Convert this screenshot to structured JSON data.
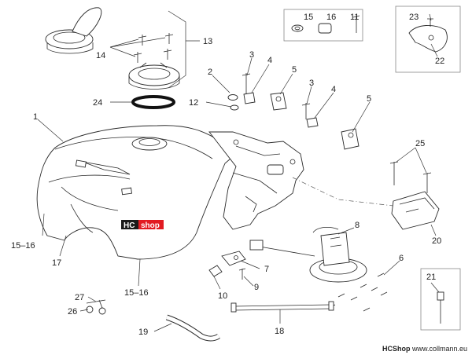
{
  "callouts": {
    "c1": "1",
    "c2": "2",
    "c3a": "3",
    "c3b": "3",
    "c4a": "4",
    "c4b": "4",
    "c5a": "5",
    "c5b": "5",
    "c6": "6",
    "c7": "7",
    "c8": "8",
    "c9": "9",
    "c10": "10",
    "c11": "11",
    "c12": "12",
    "c13": "13",
    "c14": "14",
    "c15": "15",
    "c16": "16",
    "c17": "17",
    "c18": "18",
    "c19": "19",
    "c20": "20",
    "c21": "21",
    "c22": "22",
    "c23": "23",
    "c24": "24",
    "c25": "25",
    "c26": "26",
    "c27": "27",
    "c1516a": "15–16",
    "c1516b": "15–16"
  },
  "watermark": {
    "hc": "HC",
    "shop": "shop"
  },
  "footer": {
    "brand": "HCShop",
    "url": "www.collmann.eu"
  },
  "colors": {
    "watermark_red": "#e21b22",
    "watermark_dark": "#1a1a1a",
    "line": "#2a2a2a"
  }
}
